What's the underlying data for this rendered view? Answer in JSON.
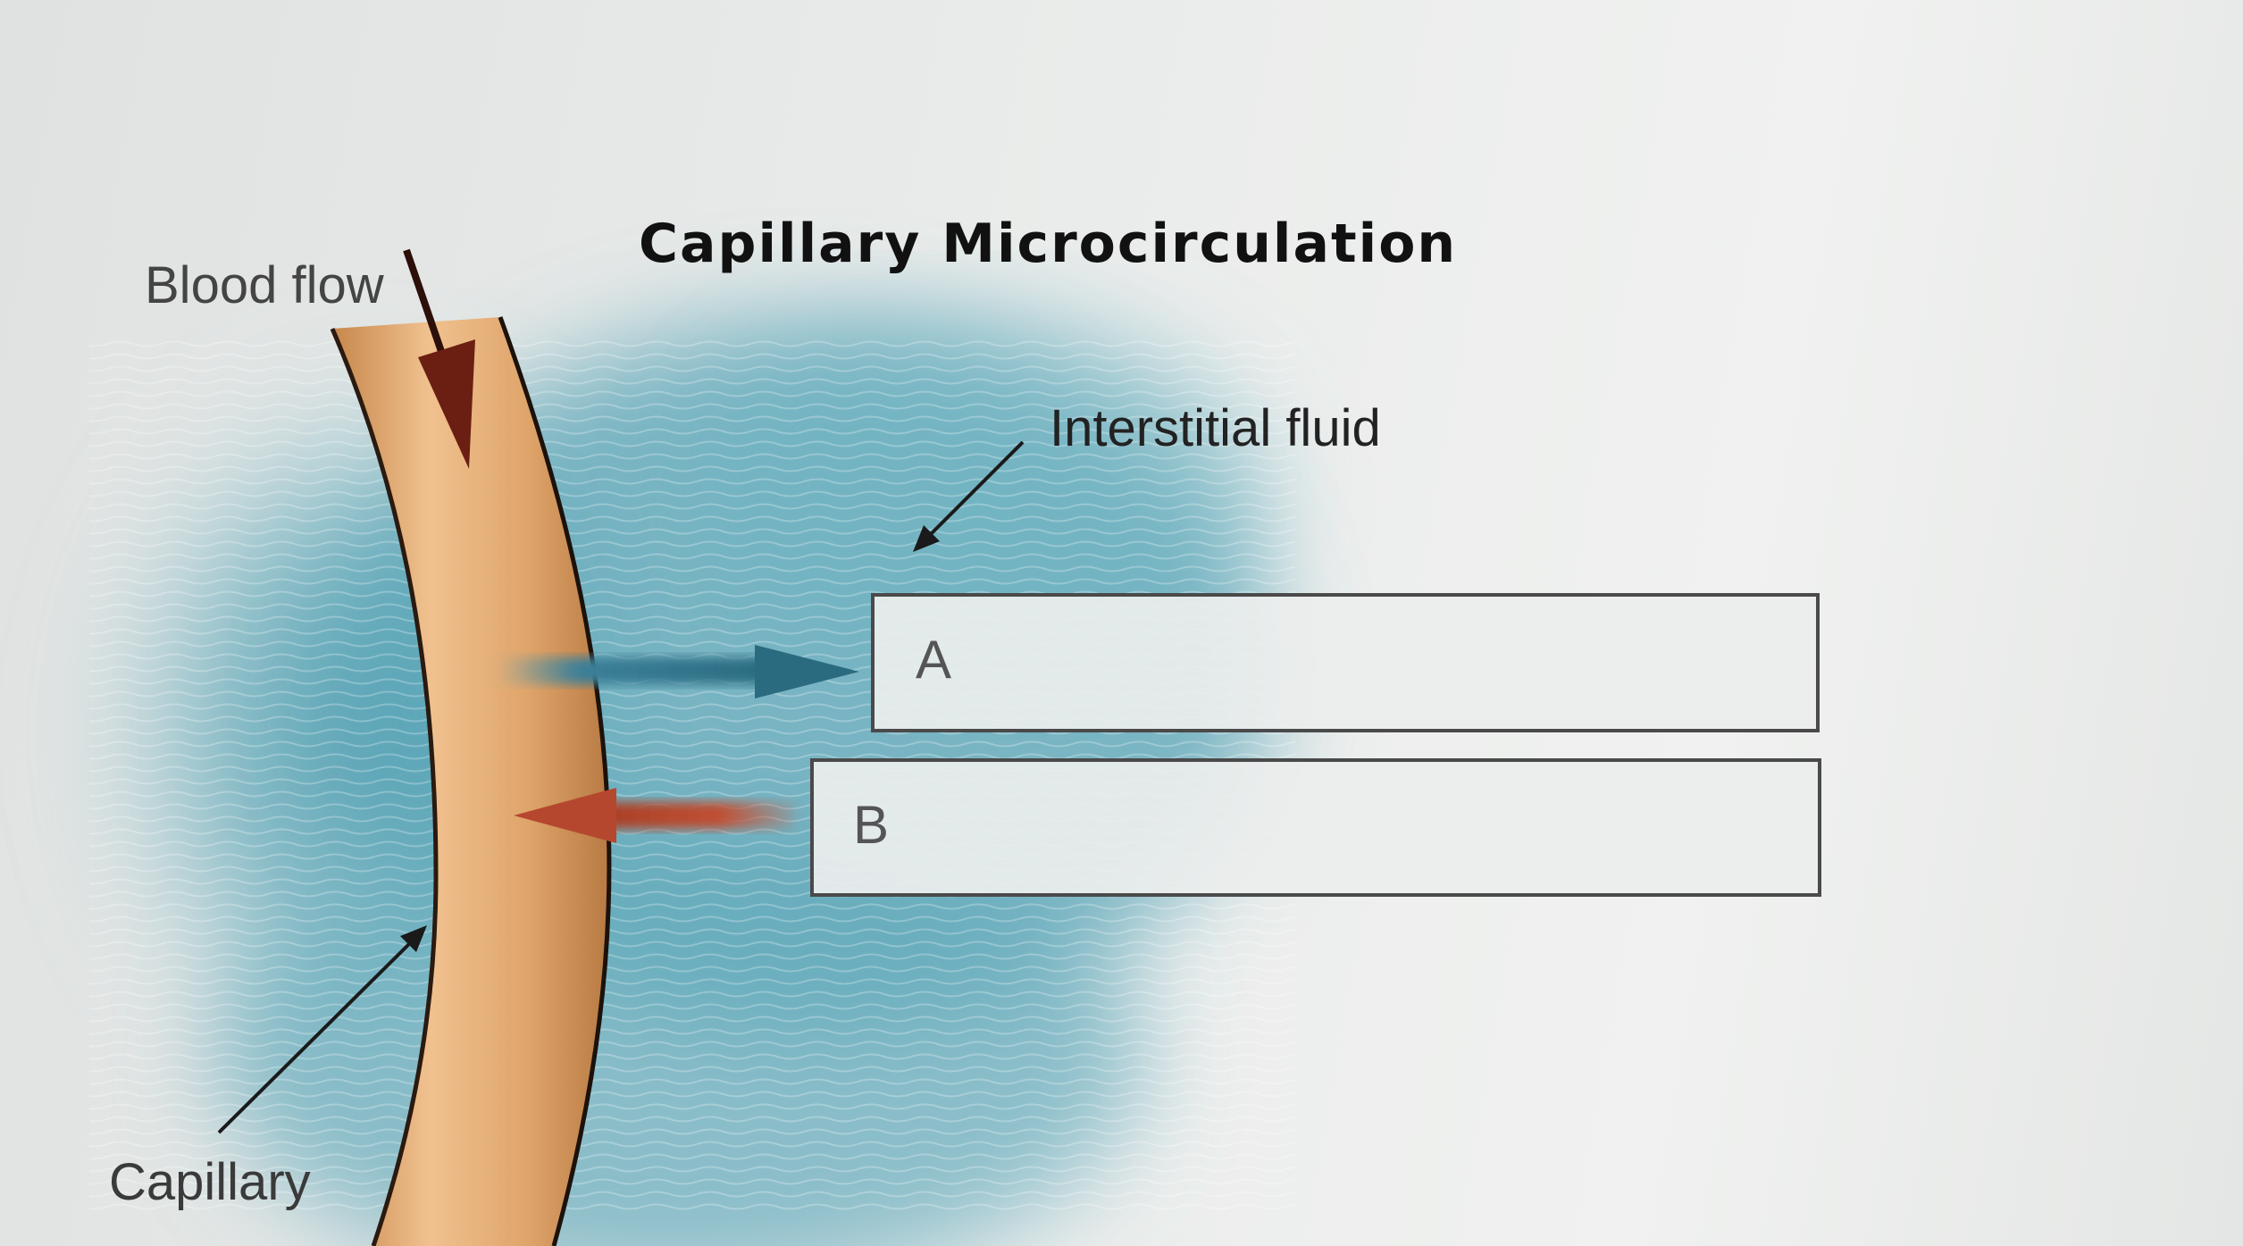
{
  "title": "Capillary Microcirculation",
  "labels": {
    "blood_flow": "Blood flow",
    "capillary": "Capillary",
    "interstitial_fluid": "Interstitial fluid"
  },
  "boxes": {
    "a": "A",
    "b": "B"
  },
  "colors": {
    "interstitial": "#4f9db0",
    "capillary_tan": "#d9a36e",
    "outward_arrow": "#2e6f84",
    "inward_arrow": "#b5472e",
    "flow_arrow": "#6b1f12"
  }
}
